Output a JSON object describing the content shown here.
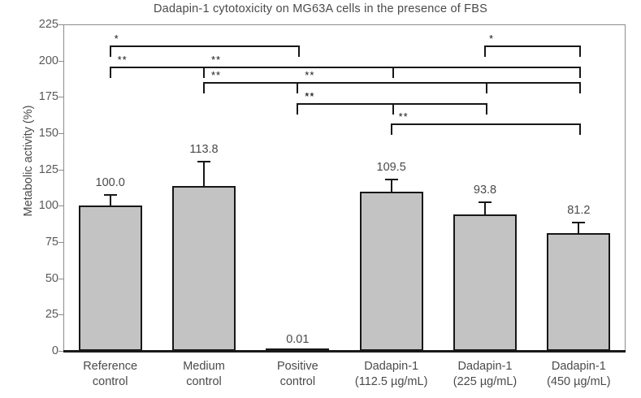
{
  "chart_data": {
    "type": "bar",
    "title": "Dadapin-1 cytotoxicity on MG63A cells in the presence of FBS",
    "xlabel": "",
    "ylabel": "Metabolic activity (%)",
    "ylim": [
      0,
      225
    ],
    "yticks": [
      0,
      25,
      50,
      75,
      100,
      125,
      150,
      175,
      200,
      225
    ],
    "grid": false,
    "legend": "none",
    "categories": [
      "Reference\ncontrol",
      "Medium\ncontrol",
      "Positive\ncontrol",
      "Dadapin-1\n(112.5 µg/mL)",
      "Dadapin-1\n(225 µg/mL)",
      "Dadapin-1\n(450 µg/mL)"
    ],
    "category_lines": [
      [
        "Reference",
        "control"
      ],
      [
        "Medium",
        "control"
      ],
      [
        "Positive",
        "control"
      ],
      [
        "Dadapin-1",
        "(112.5 µg/mL)"
      ],
      [
        "Dadapin-1",
        "(225 µg/mL)"
      ],
      [
        "Dadapin-1",
        "(450 µg/mL)"
      ]
    ],
    "values": [
      100.0,
      113.8,
      0.01,
      109.5,
      93.8,
      81.2
    ],
    "value_labels": [
      "100.0",
      "113.8",
      "0.01",
      "109.5",
      "93.8",
      "81.2"
    ],
    "errors": [
      8.0,
      17.0,
      0.0,
      9.0,
      9.0,
      8.0
    ],
    "bar_color": "#c3c3c3",
    "bar_edge_color": "#171717",
    "text_color": "#4a4a4a",
    "significance": [
      {
        "label": "*",
        "from": 0,
        "to": 2,
        "y": 56
      },
      {
        "label": "**",
        "from": 0,
        "to": 3,
        "y": 82
      },
      {
        "label": "*",
        "from": 4,
        "to": 5,
        "y": 56
      },
      {
        "label": "**",
        "from": 1,
        "to": 5,
        "y": 82
      },
      {
        "label": "**",
        "from": 1,
        "to": 4,
        "y": 101
      },
      {
        "label": "**",
        "from": 2,
        "to": 5,
        "y": 101
      },
      {
        "label": "**",
        "from": 2,
        "to": 4,
        "y": 127
      },
      {
        "label": "**",
        "from": 2,
        "to": 3,
        "y": 127
      },
      {
        "label": "**",
        "from": 3,
        "to": 5,
        "y": 152
      }
    ]
  }
}
